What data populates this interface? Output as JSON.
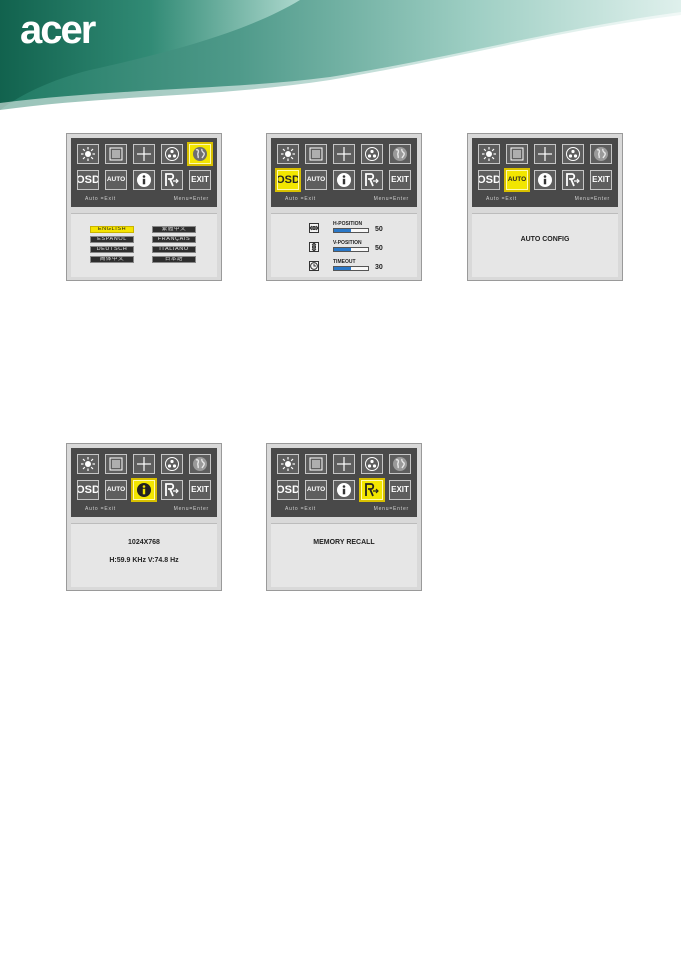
{
  "header": {
    "logo": "acer"
  },
  "osd": {
    "bottom_left_hint": "Auto =Exit",
    "bottom_right_hint": "Menu=Enter",
    "icons": {
      "osd": "OSD",
      "auto": "AUTO",
      "exit": "EXIT"
    }
  },
  "panels": {
    "language": {
      "selected_icon": "language-globe-icon",
      "options": [
        "ENGLISH",
        "繁體中文",
        "ESPAÑOL",
        "FRANÇAIS",
        "DEUTSCH",
        "ITALIANO",
        "简体中文",
        "日本語"
      ],
      "selected_option": "ENGLISH"
    },
    "osd_settings": {
      "selected_icon": "osd-icon",
      "rows": [
        {
          "label": "H-POSITION",
          "value": "50",
          "level": 0.5
        },
        {
          "label": "V-POSITION",
          "value": "50",
          "level": 0.5
        },
        {
          "label": "TIMEOUT",
          "value": "30",
          "level": 0.5
        }
      ]
    },
    "auto_config": {
      "selected_icon": "auto-icon",
      "text": "AUTO CONFIG"
    },
    "information": {
      "selected_icon": "info-icon",
      "resolution": "1024X768",
      "frequency": "H:59.9 KHz   V:74.8 Hz"
    },
    "memory_recall": {
      "selected_icon": "recall-icon",
      "text": "MEMORY RECALL"
    }
  },
  "colors": {
    "selected": "#f2e600",
    "panel_dark": "#494949",
    "panel_light": "#e6e6e6",
    "slider_fill": "#2a78c8"
  }
}
